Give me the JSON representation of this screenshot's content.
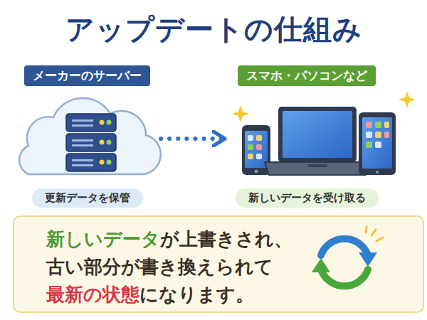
{
  "diagram": {
    "title": "アップデートの仕組み",
    "nodes": [
      {
        "text": [
          "メーカーのサーバー",
          "更新データを保管"
        ]
      },
      {
        "text": [
          "スマホ・パソコンなど",
          "新しいデータを受け取る"
        ]
      },
      {
        "text": [
          "新しいデータが上書きされ、古い部分が書き換えられて最新の状態になります。"
        ]
      }
    ],
    "edges": [
      {
        "from": 0,
        "to": 1,
        "arrow": "to"
      }
    ]
  }
}
